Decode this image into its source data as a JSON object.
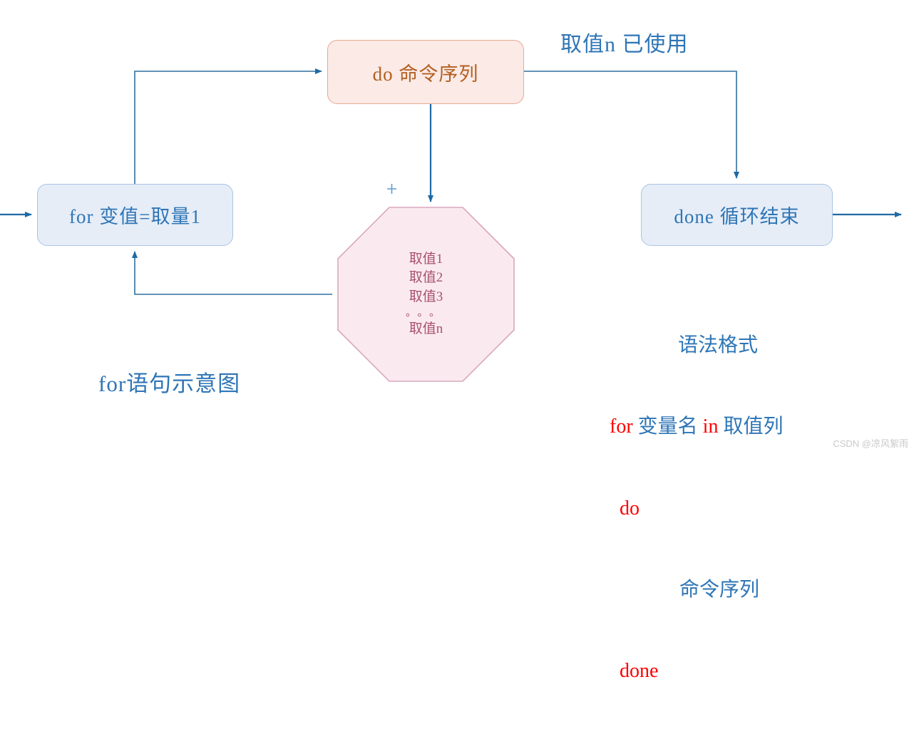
{
  "diagram": {
    "title_label": "for语句示意图",
    "branch_label": "取值n 已使用",
    "nodes": {
      "for": "for 变值=取量1",
      "do": "do 命令序列",
      "done": "done 循环结束"
    },
    "value_list": {
      "items": [
        "取值1",
        "取值2",
        "取值3"
      ],
      "ellipsis": "。。。",
      "last": "取值n"
    },
    "colors": {
      "blue_fill": "#e6edf7",
      "blue_border": "#a9c4e4",
      "blue_text": "#2e75b6",
      "pink_fill": "#fbeae6",
      "pink_border": "#e8a98e",
      "pink_text": "#b45f20",
      "octagon_fill": "#faeaef",
      "octagon_border": "#dba7bd",
      "octagon_text": "#a8516f",
      "connector": "#1f6aa5",
      "keyword_red": "#ff0000"
    }
  },
  "syntax": {
    "title": "语法格式",
    "line_for_kw": "for",
    "line_for_var": " 变量名 ",
    "line_for_in": "in",
    "line_for_list": " 取值列",
    "line_do": "do",
    "line_cmd": "命令序列",
    "line_done": "done"
  },
  "watermark": {
    "text": "CSDN @凉风絮雨"
  }
}
